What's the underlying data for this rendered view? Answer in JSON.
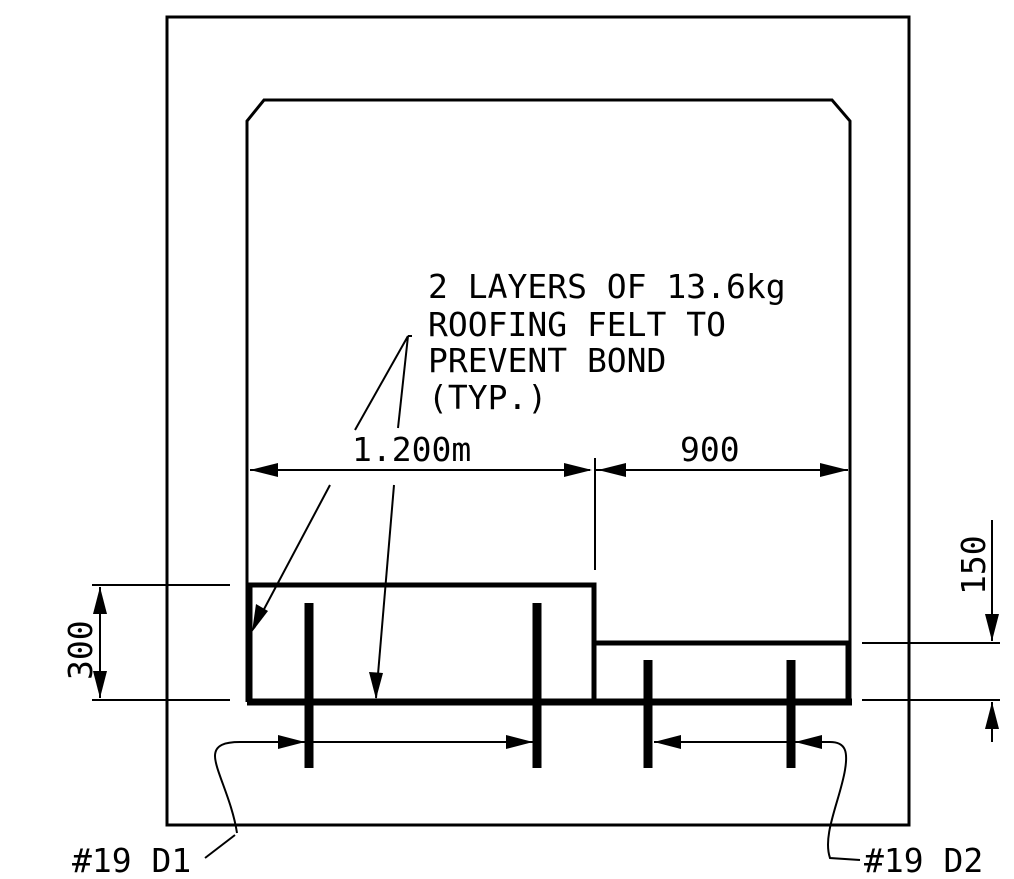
{
  "note": {
    "line1": "2 LAYERS OF 13.6kg",
    "line2": "ROOFING FELT TO",
    "line3": "PREVENT BOND",
    "line4": "(TYP.)"
  },
  "dimensions": {
    "left_width": "1.200m",
    "right_width": "900",
    "left_height": "300",
    "right_step": "150"
  },
  "bars": {
    "left_label": "#19 D1",
    "right_label": "#19 D2"
  }
}
